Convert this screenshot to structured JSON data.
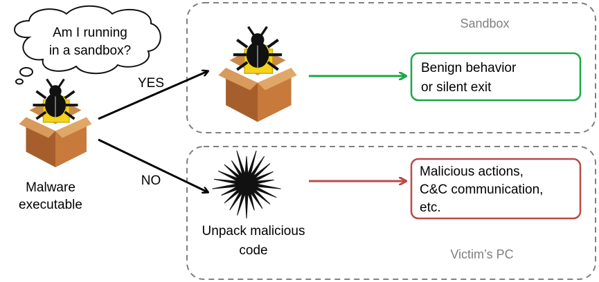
{
  "thought_bubble": {
    "line1": "Am I running",
    "line2": "in a sandbox?"
  },
  "malware": {
    "line1": "Malware",
    "line2": "executable",
    "icon": "bug-in-box-icon"
  },
  "branches": {
    "yes_label": "YES",
    "no_label": "NO"
  },
  "sandbox": {
    "title": "Sandbox",
    "outcome_line1": "Benign behavior",
    "outcome_line2": "or silent exit",
    "outcome_color": "#1aa64a",
    "icon": "bug-in-box-icon"
  },
  "victim": {
    "title": "Victim’s PC",
    "unpack_line1": "Unpack malicious",
    "unpack_line2": "code",
    "outcome_line1": "Malicious actions,",
    "outcome_line2": "C&C communication,",
    "outcome_line3": "etc.",
    "outcome_color": "#b94a48",
    "icon": "starburst-icon"
  },
  "colors": {
    "box_border": "#7f7f7f",
    "grey_text": "#7f7f7f"
  }
}
